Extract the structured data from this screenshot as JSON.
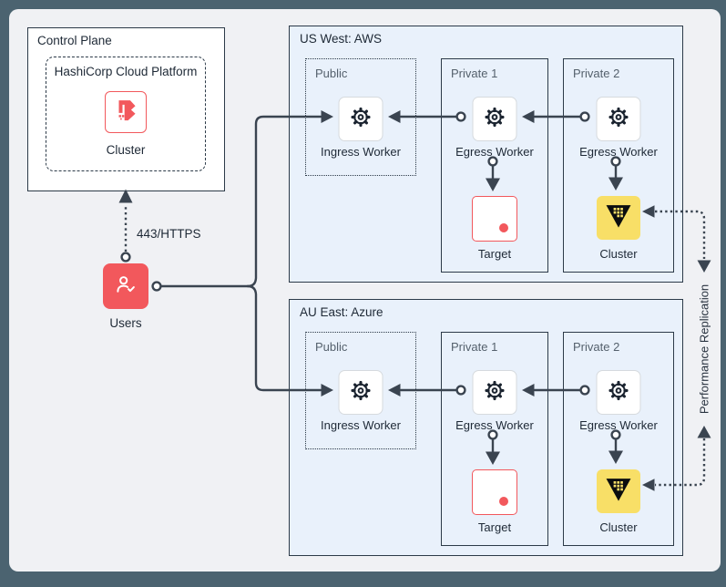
{
  "diagram": {
    "control_plane": {
      "title": "Control Plane",
      "platform": "HashiCorp Cloud Platform",
      "cluster_label": "Cluster",
      "icon": "boundary-logo"
    },
    "users": {
      "label": "Users",
      "connection": "443/HTTPS",
      "icon": "user-check-icon"
    },
    "regions": [
      {
        "title": "US West: AWS",
        "zones": [
          {
            "label": "Public",
            "border": "dotted",
            "nodes": [
              {
                "label": "Ingress Worker",
                "icon": "gear-icon"
              }
            ]
          },
          {
            "label": "Private 1",
            "border": "solid",
            "nodes": [
              {
                "label": "Egress Worker",
                "icon": "gear-icon"
              },
              {
                "label": "Target",
                "icon": "target-icon"
              }
            ]
          },
          {
            "label": "Private 2",
            "border": "solid",
            "nodes": [
              {
                "label": "Egress Worker",
                "icon": "gear-icon"
              },
              {
                "label": "Cluster",
                "icon": "vault-logo"
              }
            ]
          }
        ]
      },
      {
        "title": "AU East: Azure",
        "zones": [
          {
            "label": "Public",
            "border": "dotted",
            "nodes": [
              {
                "label": "Ingress Worker",
                "icon": "gear-icon"
              }
            ]
          },
          {
            "label": "Private 1",
            "border": "solid",
            "nodes": [
              {
                "label": "Egress Worker",
                "icon": "gear-icon"
              },
              {
                "label": "Target",
                "icon": "target-icon"
              }
            ]
          },
          {
            "label": "Private 2",
            "border": "solid",
            "nodes": [
              {
                "label": "Egress Worker",
                "icon": "gear-icon"
              },
              {
                "label": "Cluster",
                "icon": "vault-logo"
              }
            ]
          }
        ]
      }
    ],
    "replication_label": "Performance Replication",
    "colors": {
      "accent_red": "#f2585c",
      "vault_yellow": "#f8df67",
      "line_dark": "#3a4450",
      "region_bg": "#e9f1fb",
      "panel_bg": "#f0f1f4",
      "frame_bg": "#4b6370",
      "border_navy": "#2c3a48"
    }
  }
}
